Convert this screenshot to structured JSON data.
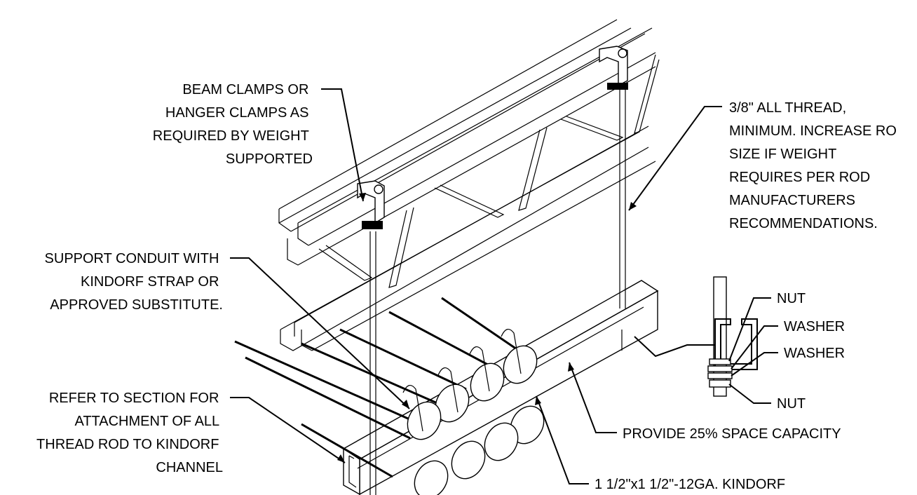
{
  "labels": {
    "beam_clamps": [
      "BEAM CLAMPS OR",
      "HANGER CLAMPS AS",
      "REQUIRED BY WEIGHT",
      "SUPPORTED"
    ],
    "all_thread": [
      "3/8\" ALL THREAD,",
      "MINIMUM. INCREASE RO",
      "SIZE IF WEIGHT",
      "REQUIRES PER ROD",
      "MANUFACTURERS",
      "RECOMMENDATIONS."
    ],
    "support_conduit": [
      "SUPPORT CONDUIT WITH",
      "KINDORF STRAP OR",
      "APPROVED SUBSTITUTE."
    ],
    "refer_section": [
      "REFER TO SECTION FOR",
      "ATTACHMENT OF ALL",
      "THREAD ROD TO KINDORF",
      "CHANNEL"
    ],
    "nut_top": "NUT",
    "washer_top": "WASHER",
    "washer_bottom": "WASHER",
    "nut_bottom": "NUT",
    "space_capacity": "PROVIDE 25% SPACE CAPACITY",
    "kindorf": "1 1/2\"x1 1/2\"-12GA. KINDORF"
  }
}
